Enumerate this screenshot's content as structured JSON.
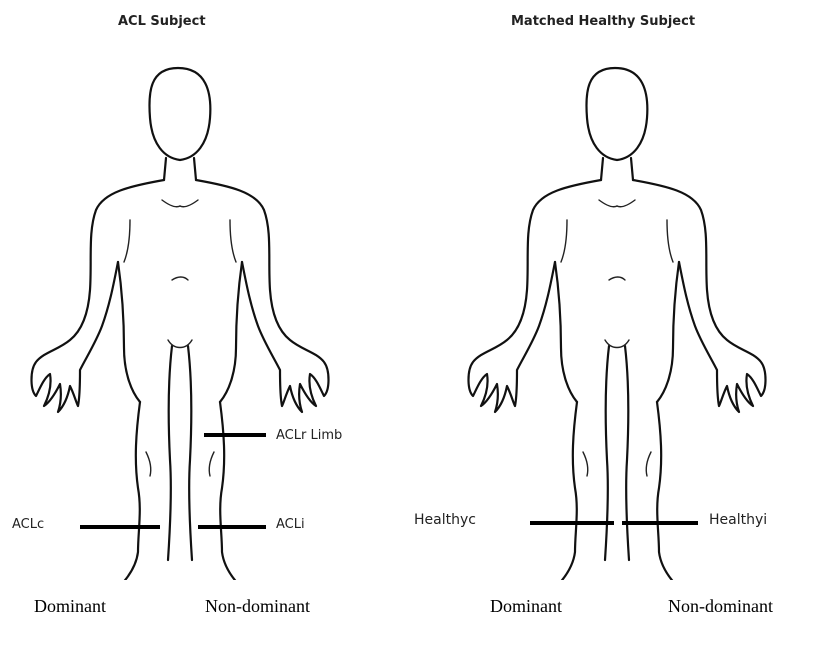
{
  "left_panel": {
    "title": "ACL Subject",
    "labels": {
      "aclr_limb": "ACLr Limb",
      "aclc": "ACLc",
      "acli": "ACLi"
    },
    "dominant": "Dominant",
    "non_dominant": "Non-dominant"
  },
  "right_panel": {
    "title": "Matched Healthy Subject",
    "labels": {
      "healthyc": "Healthyc",
      "healthyi": "Healthyi"
    },
    "dominant": "Dominant",
    "non_dominant": "Non-dominant"
  }
}
